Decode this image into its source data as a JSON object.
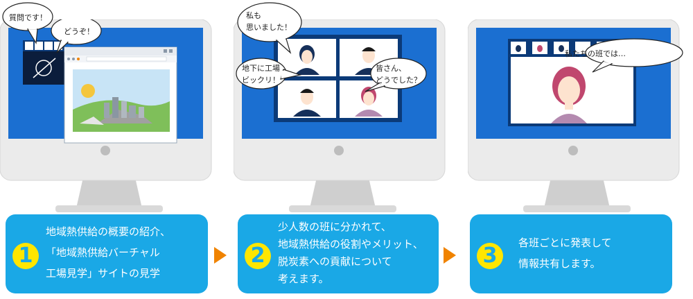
{
  "colors": {
    "accent": "#1aa8e6",
    "badge": "#ffe600",
    "arrow": "#f08300",
    "screen": "#1b6fd1",
    "navy": "#0b3a78"
  },
  "steps": [
    {
      "number": "1",
      "bubbles": [
        "質問です！",
        "どうぞ！"
      ],
      "caption": [
        "地域熱供給の概要の紹介、",
        "「地域熱供給バーチャル",
        "工場見学」サイトの見学"
      ]
    },
    {
      "number": "2",
      "bubbles": [
        "私も",
        "思いました！",
        "地下に工場",
        "ビックリ！",
        "皆さん、",
        "どうでした？"
      ],
      "caption": [
        "少人数の班に分かれて、",
        "地域熱供給の役割やメリット、",
        "脱炭素への貢献について",
        "考えます。"
      ]
    },
    {
      "number": "3",
      "bubbles": [
        "私たちの班では…"
      ],
      "caption": [
        "各班ごとに発表して",
        "情報共有します。"
      ]
    }
  ]
}
